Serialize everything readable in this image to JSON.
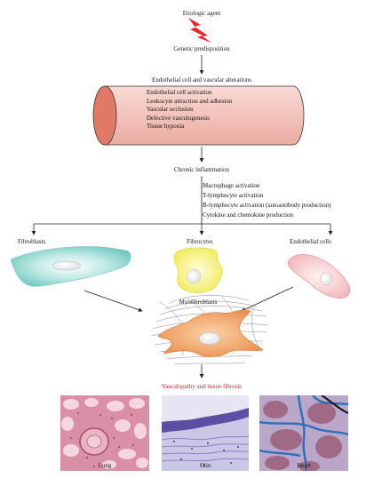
{
  "diagram": {
    "etiologic_agent": "Etiologic agent",
    "genetic_predisposition": "Genetic predisposition",
    "endothelial_title": "Endothelial cell and vascular alterations",
    "vessel_items": [
      "Endothelial cell activation",
      "Leukocyte attraction and adhesion",
      "Vascular occlusion",
      "Defective vasculogenesis",
      "Tissue hypoxia"
    ],
    "chronic_inflammation": "Chronic inflammation",
    "inflammation_items": [
      "Macrophage activation",
      "T-lymphocyte activation",
      "B-lymphocyte activation (autoantibody production)",
      "Cytokine and chemokine production"
    ],
    "cells": {
      "fibroblasts": "Fibroblasts",
      "fibrocytes": "Fibrocytes",
      "endothelial_cells": "Endothelial cells",
      "myofibroblasts": "Myofibroblasts"
    },
    "outcome": "Vasculopathy and tissue fibrosis",
    "tissues": {
      "lung": "Lung",
      "skin": "Skin",
      "heart": "Heart"
    },
    "colors": {
      "lightning": "#e8232a",
      "vessel_fill": "#f4c9c4",
      "vessel_end": "#e07a66",
      "outcome_text": "#d2232a",
      "fibroblast": "#7fd0c8",
      "fibrocyte": "#f3f06a",
      "endothelial_cell": "#f6c9c9",
      "myofibroblast": "#f2a36a"
    }
  }
}
